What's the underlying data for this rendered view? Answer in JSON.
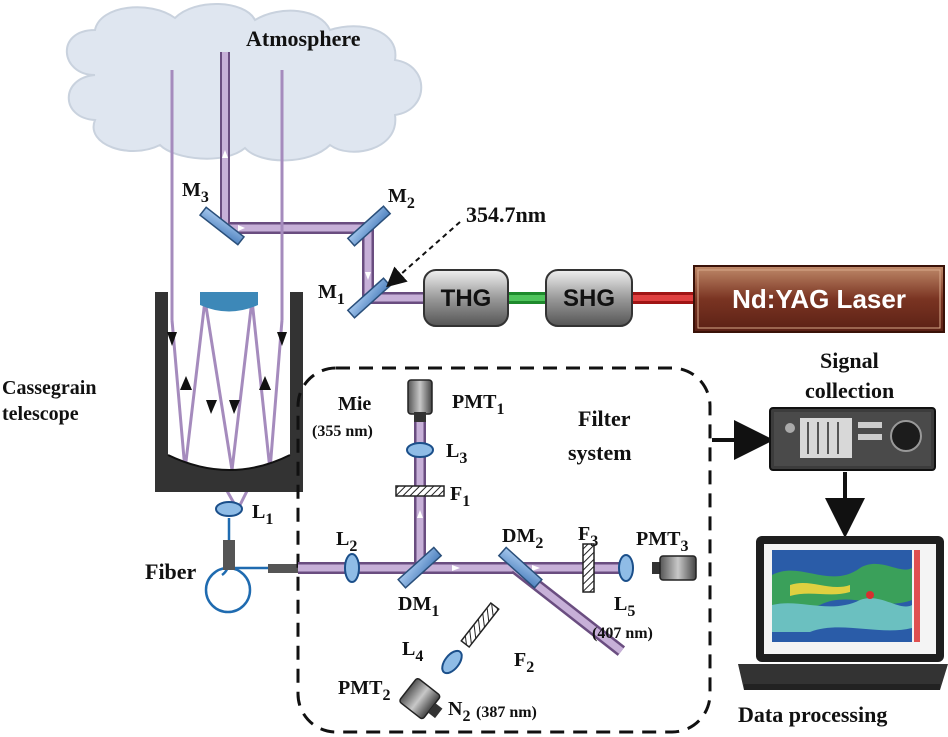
{
  "labels": {
    "atmosphere": "Atmosphere",
    "m3_base": "M",
    "m3_sub": "3",
    "m2_base": "M",
    "m2_sub": "2",
    "m1_base": "M",
    "m1_sub": "1",
    "wavelength": "354.7nm",
    "thg": "THG",
    "shg": "SHG",
    "laser": "Nd:YAG Laser",
    "telescope_line1": "Cassegrain",
    "telescope_line2": "telescope",
    "l1_base": "L",
    "l1_sub": "1",
    "fiber": "Fiber",
    "mie": "Mie",
    "mie_wl": "(355 nm)",
    "pmt1_base": "PMT",
    "pmt1_sub": "1",
    "l3_base": "L",
    "l3_sub": "3",
    "f1_base": "F",
    "f1_sub": "1",
    "filter_line1": "Filter",
    "filter_line2": "system",
    "l2_base": "L",
    "l2_sub": "2",
    "dm1_base": "DM",
    "dm1_sub": "1",
    "dm2_base": "DM",
    "dm2_sub": "2",
    "f3_base": "F",
    "f3_sub": "3",
    "pmt3_base": "PMT",
    "pmt3_sub": "3",
    "l5_base": "L",
    "l5_sub": "5",
    "wl407": "(407 nm)",
    "l4_base": "L",
    "l4_sub": "4",
    "f2_base": "F",
    "f2_sub": "2",
    "pmt2_base": "PMT",
    "pmt2_sub": "2",
    "n2_base": "N",
    "n2_sub": "2",
    "wl387": "(387 nm)",
    "signal_line1": "Signal",
    "signal_line2": "collection",
    "data_processing": "Data processing"
  },
  "colors": {
    "beam": "#7a5c8c",
    "beam_light": "#c9b3d6",
    "laser_red": "#b01818",
    "beam_green": "#1e8a2c",
    "laser_box": "#7a2e20",
    "cloud": "#dde4ee",
    "mirror": "#6f9fd1",
    "lens": "#8fbce6",
    "fiber": "#1f6bb0"
  }
}
